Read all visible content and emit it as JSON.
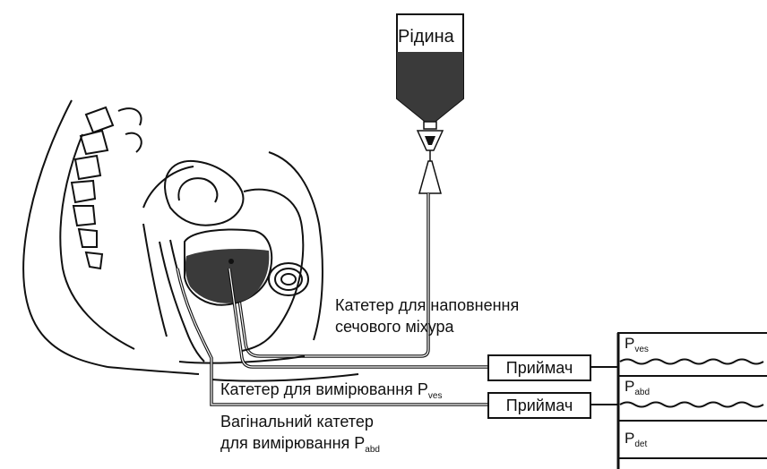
{
  "bag_label": "Рідина",
  "fill_catheter_label": [
    "Катетер для наповнення",
    "сечового міхура"
  ],
  "ves_catheter_label": {
    "text": "Катетер для вимірювання P",
    "sub": "ves"
  },
  "vaginal_catheter_label": {
    "line1": "Вагінальний катетер",
    "line2": "для вимірювання P",
    "sub": "abd"
  },
  "receivers": [
    "Приймач",
    "Приймач"
  ],
  "channels": [
    {
      "symbol": "P",
      "sub": "ves"
    },
    {
      "symbol": "P",
      "sub": "abd"
    },
    {
      "symbol": "P",
      "sub": "det"
    }
  ],
  "colors": {
    "line": "#111111",
    "fluid": "#3a3a3a",
    "tube": "#777777"
  }
}
